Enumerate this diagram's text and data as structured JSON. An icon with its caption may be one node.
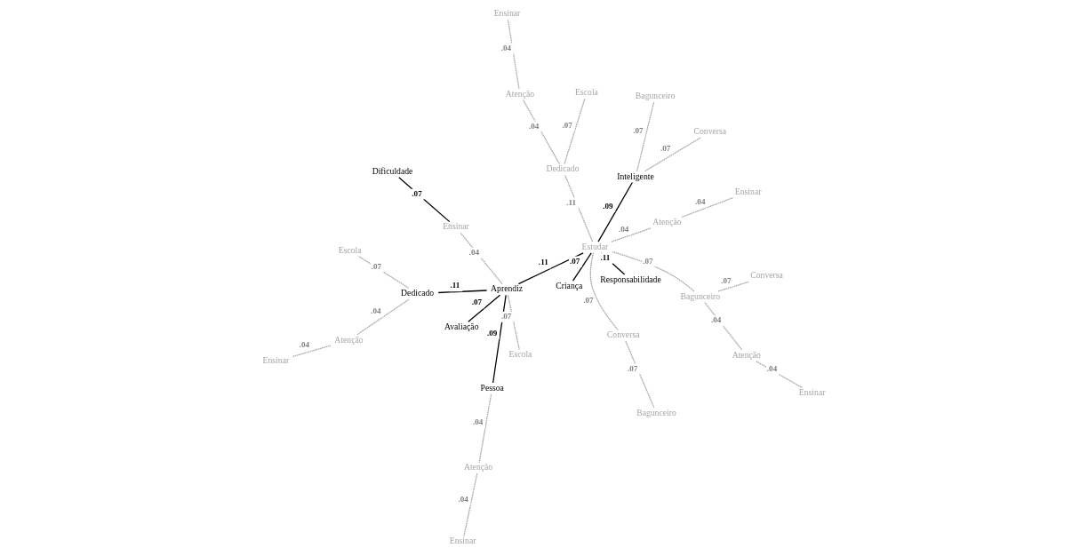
{
  "diagram": {
    "nodes": [
      {
        "text": [
          "Ensinar"
        ]
      },
      {
        "text": [
          "Atenção"
        ]
      },
      {
        "text": [
          "Ensinar"
        ]
      },
      {
        "text": [
          "Atenção"
        ]
      },
      {
        "text": [
          "Ensinar"
        ]
      },
      {
        "text": [
          "Pessoa"
        ]
      },
      {
        "text": [
          "Bagunceiro"
        ]
      },
      {
        "text": [
          "Responsabilidade"
        ]
      },
      {
        "text": [
          "Atenção"
        ]
      },
      {
        "text": [
          "Escola"
        ]
      },
      {
        "text": [
          "Conversa"
        ]
      },
      {
        "text": [
          "Dedicado"
        ]
      },
      {
        "text": [
          "Escola"
        ]
      },
      {
        "text": [
          "Conversa"
        ]
      },
      {
        "text": [
          "Dedicado"
        ]
      },
      {
        "text": [
          "Aprendiz"
        ]
      },
      {
        "text": [
          "Estudar"
        ]
      },
      {
        "text": [
          "Inteligente"
        ]
      },
      {
        "text": [
          "Avaliação"
        ]
      },
      {
        "text": [
          "Escola"
        ]
      },
      {
        "text": [
          "Ensinar"
        ]
      },
      {
        "text": [
          "Atenção"
        ]
      },
      {
        "text": [
          "Bagunceiro"
        ]
      },
      {
        "text": [
          "Bagunceiro"
        ]
      },
      {
        "text": [
          "Conversa"
        ]
      },
      {
        "text": [
          "Criança"
        ]
      },
      {
        "text": [
          "Ensinar"
        ]
      },
      {
        "text": [
          "Dificuldade"
        ]
      },
      {
        "text": [
          "Atenção"
        ]
      },
      {
        "text": [
          "Ensinar"
        ]
      }
    ],
    "edges": [
      {
        "from": 0,
        "to": 8,
        "arrow": "none",
        "label": ".04",
        "style": "dashed",
        "color": "#a6a6a6"
      },
      {
        "from": 8,
        "to": 14,
        "arrow": "none",
        "label": ".04",
        "style": "dashed",
        "color": "#a6a6a6"
      },
      {
        "from": 14,
        "to": 19,
        "arrow": "none",
        "label": ".07",
        "style": "dashed",
        "color": "#a6a6a6"
      },
      {
        "from": 14,
        "to": 15,
        "arrow": "none",
        "label": ".11",
        "color": "#000000"
      },
      {
        "from": 15,
        "to": 5,
        "arrow": "none",
        "label": ".09",
        "color": "#000000"
      },
      {
        "from": 5,
        "to": 1,
        "arrow": "none",
        "label": ".04",
        "style": "dashed",
        "color": "#a6a6a6"
      },
      {
        "from": 1,
        "to": 2,
        "arrow": "none",
        "label": ".04",
        "style": "dashed",
        "color": "#a6a6a6"
      },
      {
        "from": 15,
        "to": 9,
        "arrow": "none",
        "label": ".07",
        "style": "dashed",
        "color": "#a6a6a6"
      },
      {
        "from": 15,
        "to": 18,
        "arrow": "none",
        "label": ".07",
        "color": "#000000"
      },
      {
        "from": 15,
        "to": 20,
        "arrow": "none",
        "label": ".04",
        "style": "dashed",
        "color": "#a6a6a6"
      },
      {
        "from": 20,
        "to": 27,
        "arrow": "none",
        "label": ".07",
        "color": "#000000"
      },
      {
        "from": 15,
        "to": 16,
        "arrow": "none",
        "label": ".11",
        "color": "#000000"
      },
      {
        "from": 16,
        "to": 10,
        "arrow": "none",
        "label": ".07",
        "style": "dashed",
        "color": "#a6a6a6"
      },
      {
        "from": 10,
        "to": 6,
        "arrow": "none",
        "label": ".07",
        "style": "dashed",
        "color": "#a6a6a6"
      },
      {
        "from": 16,
        "to": 7,
        "arrow": "none",
        "label": ".11",
        "color": "#000000"
      },
      {
        "from": 16,
        "to": 11,
        "arrow": "none",
        "label": ".11",
        "style": "dashed",
        "color": "#a6a6a6"
      },
      {
        "from": 11,
        "to": 3,
        "arrow": "none",
        "label": ".04",
        "style": "dashed",
        "color": "#a6a6a6"
      },
      {
        "from": 3,
        "to": 4,
        "arrow": "none",
        "label": ".04",
        "style": "dashed",
        "color": "#a6a6a6"
      },
      {
        "from": 11,
        "to": 12,
        "arrow": "none",
        "label": ".07",
        "style": "dashed",
        "color": "#a6a6a6"
      },
      {
        "from": 16,
        "to": 17,
        "arrow": "none",
        "label": ".09",
        "color": "#000000"
      },
      {
        "from": 17,
        "to": 13,
        "arrow": "none",
        "label": ".07",
        "style": "dashed",
        "color": "#a6a6a6"
      },
      {
        "from": 17,
        "to": 22,
        "arrow": "none",
        "label": ".07",
        "style": "dashed",
        "color": "#a6a6a6"
      },
      {
        "from": 16,
        "to": 23,
        "arrow": "none",
        "label": ".07",
        "style": "dashed",
        "color": "#a6a6a6"
      },
      {
        "from": 23,
        "to": 24,
        "arrow": "none",
        "label": ".07",
        "style": "dashed",
        "color": "#a6a6a6"
      },
      {
        "from": 23,
        "to": 28,
        "arrow": "none",
        "label": ".04",
        "style": "dashed",
        "color": "#a6a6a6"
      },
      {
        "from": 28,
        "to": 29,
        "arrow": "none",
        "label": ".04",
        "style": "dashed",
        "color": "#a6a6a6"
      },
      {
        "from": 16,
        "to": 25,
        "arrow": "none",
        "label": ".07",
        "color": "#000000"
      },
      {
        "from": 16,
        "to": 21,
        "arrow": "none",
        "label": ".04",
        "style": "dashed",
        "color": "#a6a6a6"
      },
      {
        "from": 21,
        "to": 26,
        "arrow": "none",
        "label": ".04",
        "style": "dashed",
        "color": "#a6a6a6"
      }
    ]
  }
}
